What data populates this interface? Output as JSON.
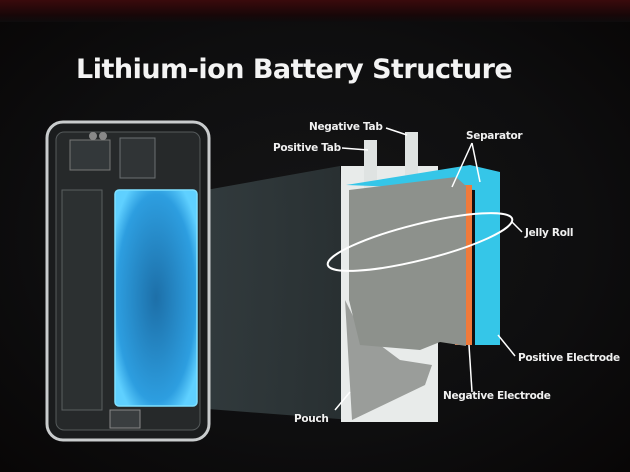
{
  "slide": {
    "title": "Lithium-ion Battery Structure",
    "labels": {
      "negative_tab": "Negative Tab",
      "positive_tab": "Positive Tab",
      "separator": "Separator",
      "jelly_roll": "Jelly Roll",
      "positive_electrode": "Positive Electrode",
      "negative_electrode": "Negative Electrode",
      "pouch": "Pouch"
    }
  },
  "colors": {
    "cyan": "#2fc4e6",
    "orange": "#f07a3a",
    "gray": "#8d918c",
    "battery_glow": "#3aa8e8"
  }
}
